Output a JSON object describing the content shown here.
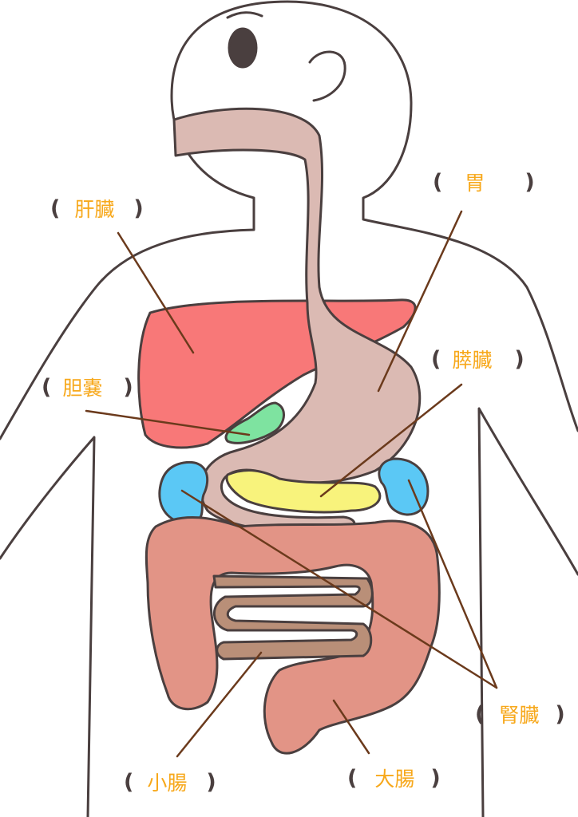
{
  "title": "消化器系の臓器",
  "labels": {
    "liver": "肝臓",
    "stomach": "胃",
    "pancreas": "膵臓",
    "gallbladder": "胆嚢",
    "kidney": "腎臓",
    "small_intestine": "小腸",
    "large_intestine": "大腸"
  },
  "paren_open": "(",
  "paren_close": ")",
  "colors": {
    "label": "#f7a81b",
    "outline": "#4a3f3f",
    "liver": "#f87878",
    "stomach": "#dbbab3",
    "kidney": "#5bc8f5",
    "pancreas": "#f8f37c",
    "gallbladder": "#7ee3a0",
    "large_intestine": "#e29486",
    "small_intestine": "#b98f78",
    "leader": "#6b3a1c"
  }
}
